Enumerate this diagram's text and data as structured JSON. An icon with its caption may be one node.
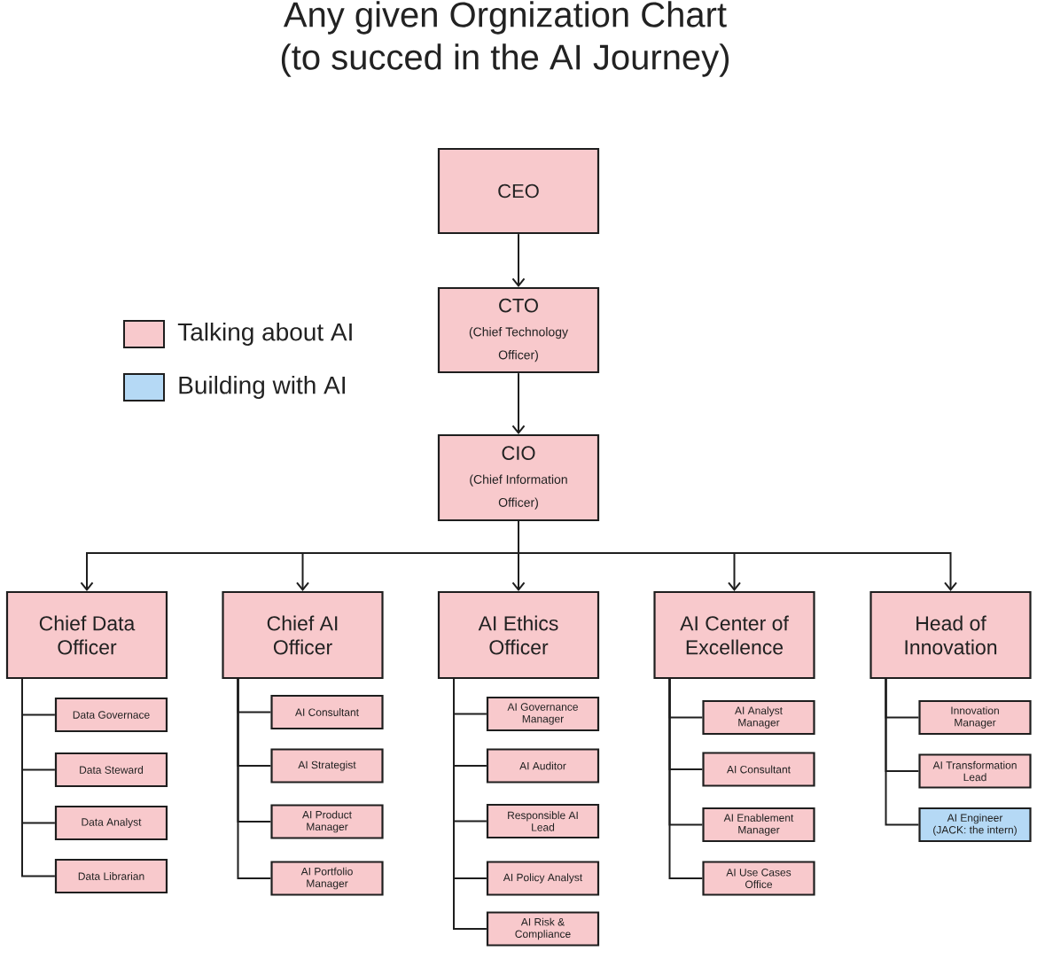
{
  "diagram": {
    "title": "Any given Orgnization Chart (to succed in the AI Journey)",
    "nodes": [
      {
        "text": [
          "CEO"
        ]
      },
      {
        "text": [
          "CTO",
          "(Chief Technology Officer)"
        ]
      },
      {
        "text": [
          "CIO",
          "(Chief Information Officer)"
        ]
      },
      {
        "text": [
          "Chief Data Officer"
        ]
      },
      {
        "text": [
          "Chief AI Officer"
        ]
      },
      {
        "text": [
          "AI Ethics Officer"
        ]
      },
      {
        "text": [
          "AI Center of Excellence"
        ]
      },
      {
        "text": [
          "Head of Innovation"
        ]
      },
      {
        "text": [
          "Data Governace"
        ]
      },
      {
        "text": [
          "Data Steward"
        ]
      },
      {
        "text": [
          "Data Analyst"
        ]
      },
      {
        "text": [
          "Data Librarian"
        ]
      },
      {
        "text": [
          "AI Consultant"
        ]
      },
      {
        "text": [
          "AI Strategist"
        ]
      },
      {
        "text": [
          "AI Product Manager"
        ]
      },
      {
        "text": [
          "AI Portfolio Manager"
        ]
      },
      {
        "text": [
          "AI Governance Manager"
        ]
      },
      {
        "text": [
          "AI Auditor"
        ]
      },
      {
        "text": [
          "Responsible AI Lead"
        ]
      },
      {
        "text": [
          "AI Policy Analyst"
        ]
      },
      {
        "text": [
          "AI Risk & Compliance"
        ]
      },
      {
        "text": [
          "AI Analyst Manager"
        ]
      },
      {
        "text": [
          "AI Consultant"
        ]
      },
      {
        "text": [
          "AI Enablement Manager"
        ]
      },
      {
        "text": [
          "AI Use Cases Office"
        ]
      },
      {
        "text": [
          "Innovation Manager"
        ]
      },
      {
        "text": [
          "AI Transformation Lead"
        ]
      },
      {
        "text": [
          "AI Engineer (JACK: the intern)"
        ]
      }
    ],
    "edges": [
      {
        "from": 0,
        "to": 1,
        "arrow": "to"
      },
      {
        "from": 1,
        "to": 2,
        "arrow": "to"
      },
      {
        "from": 2,
        "to": 3,
        "arrow": "to"
      },
      {
        "from": 2,
        "to": 4,
        "arrow": "to"
      },
      {
        "from": 2,
        "to": 5,
        "arrow": "to"
      },
      {
        "from": 2,
        "to": 6,
        "arrow": "to"
      },
      {
        "from": 2,
        "to": 7,
        "arrow": "to"
      },
      {
        "from": 3,
        "to": 8,
        "arrow": "none"
      },
      {
        "from": 3,
        "to": 9,
        "arrow": "none"
      },
      {
        "from": 3,
        "to": 10,
        "arrow": "none"
      },
      {
        "from": 3,
        "to": 11,
        "arrow": "none"
      },
      {
        "from": 4,
        "to": 12,
        "arrow": "none"
      },
      {
        "from": 4,
        "to": 13,
        "arrow": "none"
      },
      {
        "from": 4,
        "to": 14,
        "arrow": "none"
      },
      {
        "from": 4,
        "to": 15,
        "arrow": "none"
      },
      {
        "from": 5,
        "to": 16,
        "arrow": "none"
      },
      {
        "from": 5,
        "to": 17,
        "arrow": "none"
      },
      {
        "from": 5,
        "to": 18,
        "arrow": "none"
      },
      {
        "from": 5,
        "to": 19,
        "arrow": "none"
      },
      {
        "from": 5,
        "to": 20,
        "arrow": "none"
      },
      {
        "from": 6,
        "to": 21,
        "arrow": "none"
      },
      {
        "from": 6,
        "to": 22,
        "arrow": "none"
      },
      {
        "from": 6,
        "to": 23,
        "arrow": "none"
      },
      {
        "from": 6,
        "to": 24,
        "arrow": "none"
      },
      {
        "from": 7,
        "to": 25,
        "arrow": "none"
      },
      {
        "from": 7,
        "to": 26,
        "arrow": "none"
      },
      {
        "from": 7,
        "to": 27,
        "arrow": "none"
      }
    ],
    "legend": [
      {
        "text": "Talking about AI",
        "color": "#f8c9cc"
      },
      {
        "text": "Building with AI",
        "color": "#b5d9f5"
      }
    ]
  }
}
